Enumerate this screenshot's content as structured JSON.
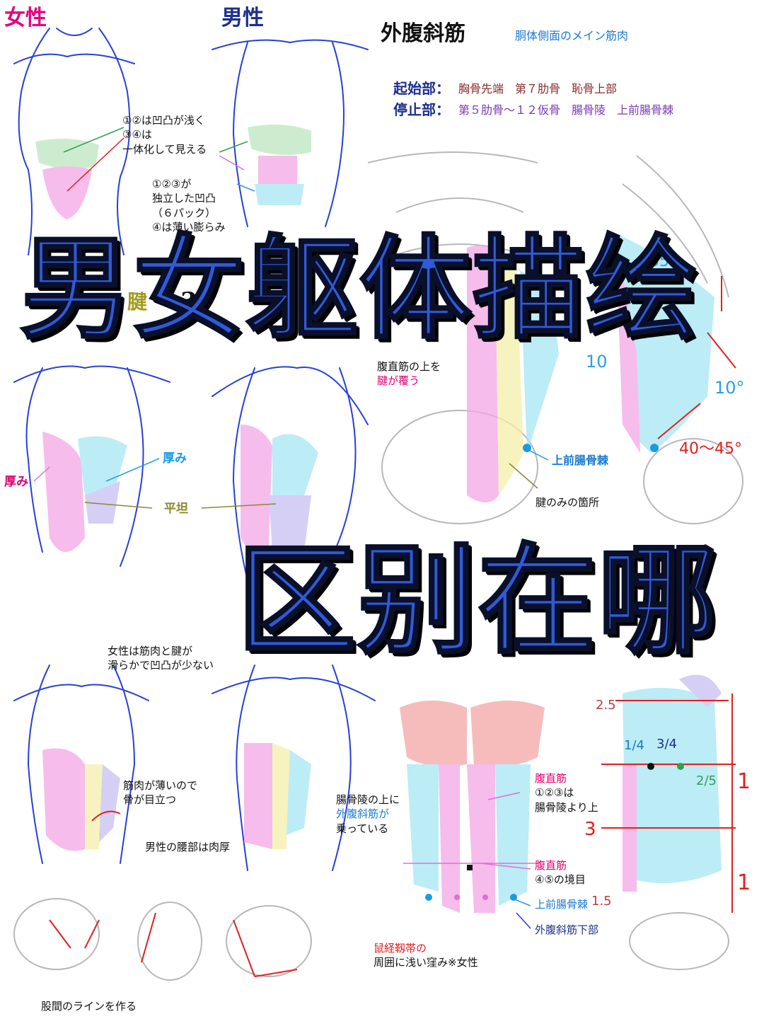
{
  "labels": {
    "female": "女性",
    "male": "男性",
    "muscle_title": "外腹斜筋",
    "muscle_subtitle": "胴体側面のメイン筋肉",
    "origin_label": "起始部：",
    "origin_value": "胸骨先端　第７肋骨　恥骨上部",
    "insertion_label": "停止部：",
    "insertion_value": "第５肋骨〜１２仮骨　腸骨陵　上前腸骨棘",
    "note1_line1": "①②は凹凸が浅く",
    "note1_line2": "③④は",
    "note1_line3": "一体化して見える",
    "note2_line1": "①②③が",
    "note2_line2": "独立した凹凸",
    "note2_line3": "（６パック）",
    "note2_line4": "④は薄い膨らみ",
    "section2_fragment": "腱",
    "section2_num": "3",
    "tendon_note_line1": "腹直筋の上を",
    "tendon_note_line2": "腱が覆う",
    "thickness_right": "厚み",
    "thickness_left": "厚み",
    "flat": "平坦",
    "asis": "上前腸骨棘",
    "tendon_only": "腱のみの箇所",
    "deg_35": "35°",
    "deg_10a": "10",
    "deg_10b": "10°",
    "deg_40_45": "40〜45°",
    "female_smooth_line1": "女性は筋肉と腱が",
    "female_smooth_line2": "滑らかで凹凸が少ない",
    "thin_muscle_line1": "筋肉が薄いので",
    "thin_muscle_line2": "骨が目立つ",
    "male_waist": "男性の腰部は肉厚",
    "iliac_line1": "腸骨陵の上に",
    "iliac_line2": "外腹斜筋が",
    "iliac_line3": "乗っている",
    "rectus_line1": "腹直筋",
    "rectus_line2": "①②③は",
    "rectus_line3": "腸骨陵より上",
    "rectus_b_line1": "腹直筋",
    "rectus_b_line2": "④⑤の境目",
    "asis2": "上前腸骨棘",
    "ext_lower": "外腹斜筋下部",
    "inguinal_line1": "鼠経靱帯の",
    "inguinal_line2": "周囲に浅い窪み※女性",
    "groin_line": "股間のラインを作る",
    "ratio_25": "2.5",
    "ratio_14": "1/4",
    "ratio_34": "3/4",
    "ratio_25b": "2/5",
    "ratio_3": "3",
    "ratio_15": "1.5",
    "ratio_1a": "1",
    "ratio_1b": "1"
  },
  "overlay": {
    "line1": "男女躯体描绘",
    "line2": "区别在哪"
  },
  "colors": {
    "female_label": "#e6007e",
    "male_label": "#1d2f8f",
    "overlay_blue": "#2f5bd9",
    "pink": "#f3a6e6",
    "cyan": "#a6e6f3",
    "yellow": "#f3efaa",
    "sketch_blue": "#2840d8",
    "red": "#e02020"
  }
}
